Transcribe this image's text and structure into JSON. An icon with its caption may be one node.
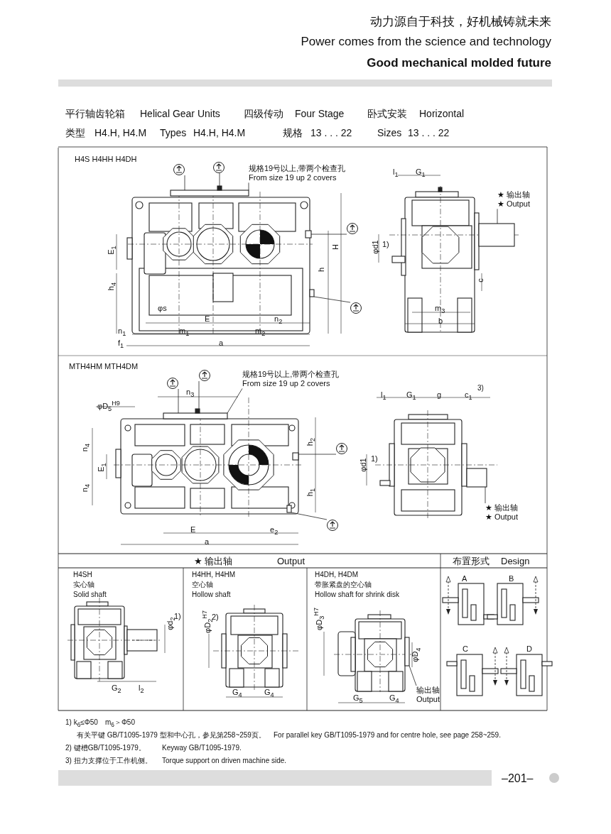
{
  "diagram": {
    "nodes": [
      {
        "text": [
          "规格19号以上,带两个检查孔",
          "From size 19 up 2 covers"
        ]
      },
      {
        "text": [
          "★ 输出轴",
          "★ Output"
        ]
      },
      {
        "text": [
          "规格19号以上,带两个检查孔",
          "From size 19 up 2 covers"
        ]
      },
      {
        "text": [
          "★ 输出轴",
          "★ Output"
        ]
      },
      {
        "text": [
          "输出轴 Output"
        ]
      },
      {
        "text": [],
        "shape": "circle"
      },
      {
        "text": [],
        "shape": "circle"
      },
      {
        "text": [],
        "shape": "circle"
      },
      {
        "text": [],
        "shape": "circle"
      },
      {
        "text": [],
        "shape": "circle"
      },
      {
        "text": [],
        "shape": "circle"
      },
      {
        "text": [],
        "shape": "circle"
      },
      {
        "text": [],
        "shape": "circle"
      },
      {
        "text": [],
        "shape": "box"
      },
      {
        "text": [],
        "shape": "box"
      },
      {
        "text": [],
        "shape": "box"
      },
      {
        "text": [],
        "shape": "box"
      },
      {
        "text": [],
        "shape": "box"
      },
      {
        "text": [],
        "shape": "box"
      },
      {
        "text": [],
        "shape": "box"
      },
      {
        "text": [],
        "shape": "box"
      },
      {
        "text": [],
        "shape": "box"
      },
      {
        "text": [],
        "shape": "box"
      },
      {
        "text": [],
        "shape": "box"
      }
    ],
    "edges": [
      {
        "from": 0,
        "to": 13,
        "arrow": "none"
      },
      {
        "from": 1,
        "to": 17,
        "arrow": "none"
      },
      {
        "from": 2,
        "to": 18,
        "arrow": "none"
      },
      {
        "from": 3,
        "to": 22,
        "arrow": "none"
      },
      {
        "from": 4,
        "to": 23,
        "arrow": "none"
      },
      {
        "from": 5,
        "to": 13,
        "arrow": "none"
      },
      {
        "from": 6,
        "to": 14,
        "arrow": "none"
      },
      {
        "from": 7,
        "to": 15,
        "arrow": "none"
      },
      {
        "from": 8,
        "to": 16,
        "arrow": "none"
      },
      {
        "from": 9,
        "to": 18,
        "arrow": "none"
      },
      {
        "from": 10,
        "to": 19,
        "arrow": "none"
      },
      {
        "from": 11,
        "to": 20,
        "arrow": "none"
      },
      {
        "from": 12,
        "to": 21,
        "arrow": "none"
      }
    ],
    "labels": [
      "动力源自于科技，好机械铸就未来",
      "Power comes from the science and technology",
      "Good mechanical molded future",
      "平行轴齿轮箱",
      "Helical Gear Units",
      "四级传动",
      "Four Stage",
      "卧式安装",
      "Horizontal",
      "类型",
      "H4.H, H4.M",
      "Types",
      "H4.H, H4.M",
      "规格",
      "13 . . . 22",
      "Sizes",
      "13 . . . 22",
      "H4S H4HH H4DH",
      "E$_{1}$",
      "h$_{4}$",
      "H",
      "h",
      "φs",
      "E",
      "n$_{2}$",
      "n$_{1}$",
      "m$_{1}$",
      "m$_{2}$",
      "f$_{1}$",
      "a",
      "l$_{1}$",
      "G$_{1}$",
      "φd1",
      "1)",
      "c",
      "m$_{3}$",
      "b",
      "MTH4HM MTH4DM",
      "n$_{3}$",
      "φD$_{5}$$^{H9}$",
      "n$_{4}$",
      "E$_{1}$",
      "n$_{4}$",
      "h$_{2}$",
      "h$_{1}$",
      "E",
      "e$_{2}$",
      "a",
      "l$_{1}$",
      "G$_{1}$",
      "g",
      "c$_{1}$",
      "3)",
      "φd1",
      "1)",
      "★ 输出轴",
      "Output",
      "布置形式",
      "Design",
      "H4SH",
      "实心轴",
      "Solid shaft",
      "φd$_{2}$",
      "1)",
      "G$_{2}$",
      "l$_{2}$",
      "H4HH, H4HM",
      "空心轴",
      "Hollow shaft",
      "φD$_{2}$$^{H7}$",
      "2)",
      "G$_{4}$",
      "G$_{4}$",
      "H4DH, H4DM",
      "带胀紧盘的空心轴",
      "Hollow shaft for shrink disk",
      "φD$_{3}$$^{H7}$",
      "φD$_{4}$",
      "G$_{5}$",
      "G$_{4}$",
      "A",
      "B",
      "C",
      "D",
      "1) k$_{6}$≤Φ50　m$_{6}$＞Φ50",
      "有关平键 GB/T1095-1979 型和中心孔，参见第258~259页。",
      "For parallel key GB/T1095-1979 and for centre hole, see page 258~259.",
      "2) 键槽GB/T1095-1979。",
      "Keyway GB/T1095-1979.",
      "3) 扭力支撑位于工作机侧。",
      "Torque support on driven machine side.",
      "–201–"
    ]
  }
}
